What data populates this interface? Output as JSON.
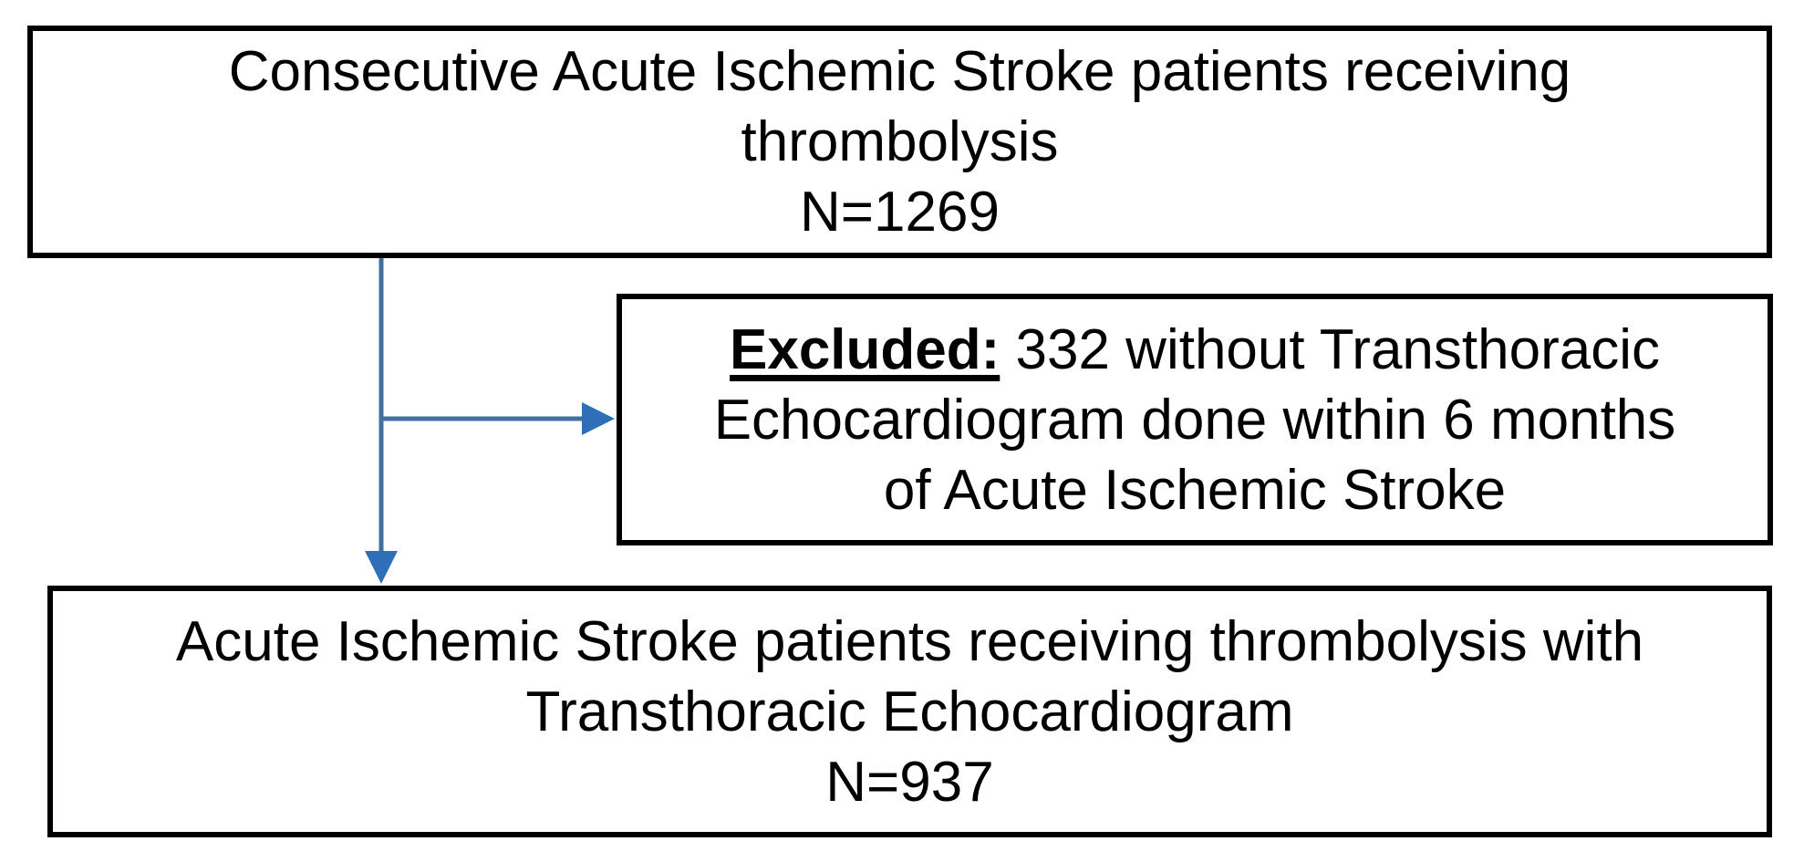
{
  "boxes": {
    "top": {
      "lines": [
        "Consecutive Acute Ischemic Stroke patients receiving",
        "thrombolysis",
        "N=1269"
      ]
    },
    "excluded": {
      "label_bold": "Excluded:",
      "after_label": " 332 without Transthoracic",
      "lines": [
        "Echocardiogram done within 6 months",
        "of Acute Ischemic Stroke"
      ]
    },
    "bottom": {
      "lines": [
        "Acute Ischemic Stroke patients receiving thrombolysis with",
        "Transthoracic Echocardiogram",
        "N=937"
      ]
    }
  },
  "flow_counts": {
    "initial": 1269,
    "excluded": 332,
    "final": 937
  },
  "colors": {
    "background": "#FFFFFF",
    "box_border": "#000000",
    "text": "#000000",
    "arrow_line": "#41719C",
    "arrow_head": "#2E6FB7"
  }
}
